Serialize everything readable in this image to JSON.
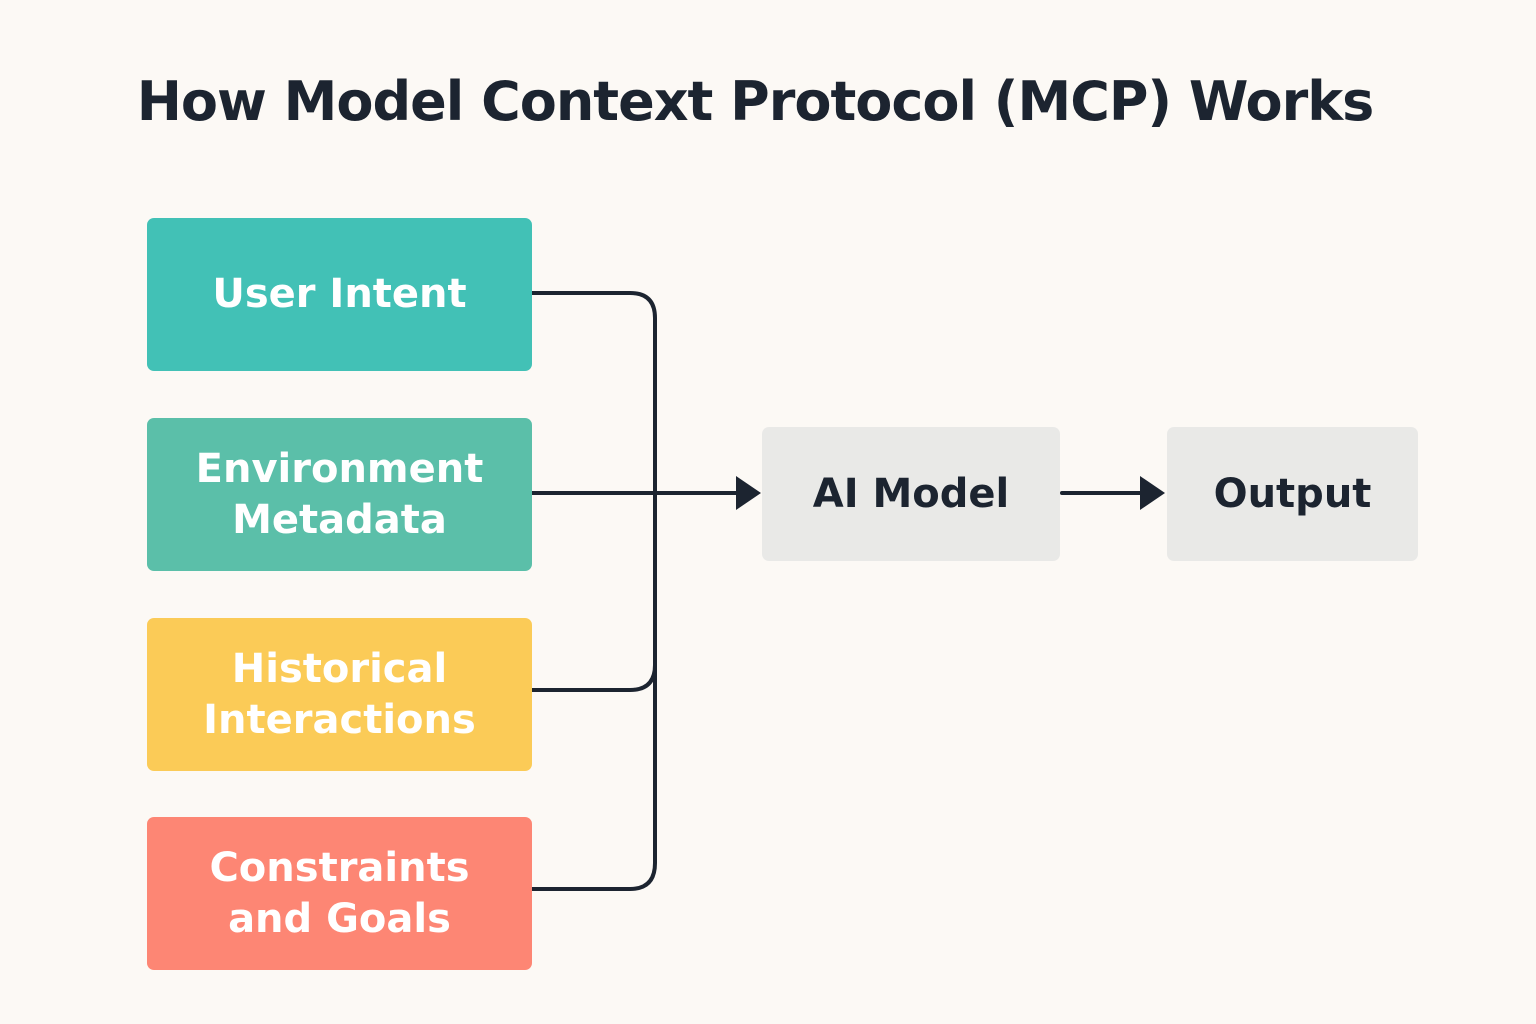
{
  "title": "How Model Context Protocol (MCP) Works",
  "inputs": [
    {
      "label": "User Intent",
      "color": "#42c1b6"
    },
    {
      "label": "Environment\nMetadata",
      "color": "#5bbfa9"
    },
    {
      "label": "Historical\nInteractions",
      "color": "#fbcb57"
    },
    {
      "label": "Constraints\nand Goals",
      "color": "#fd8674"
    }
  ],
  "model": {
    "label": "AI Model",
    "color": "#e9e9e7"
  },
  "output": {
    "label": "Output",
    "color": "#e9e9e7"
  },
  "colors": {
    "background": "#fcf9f5",
    "connector": "#1c2430",
    "text_dark": "#1c2430"
  }
}
